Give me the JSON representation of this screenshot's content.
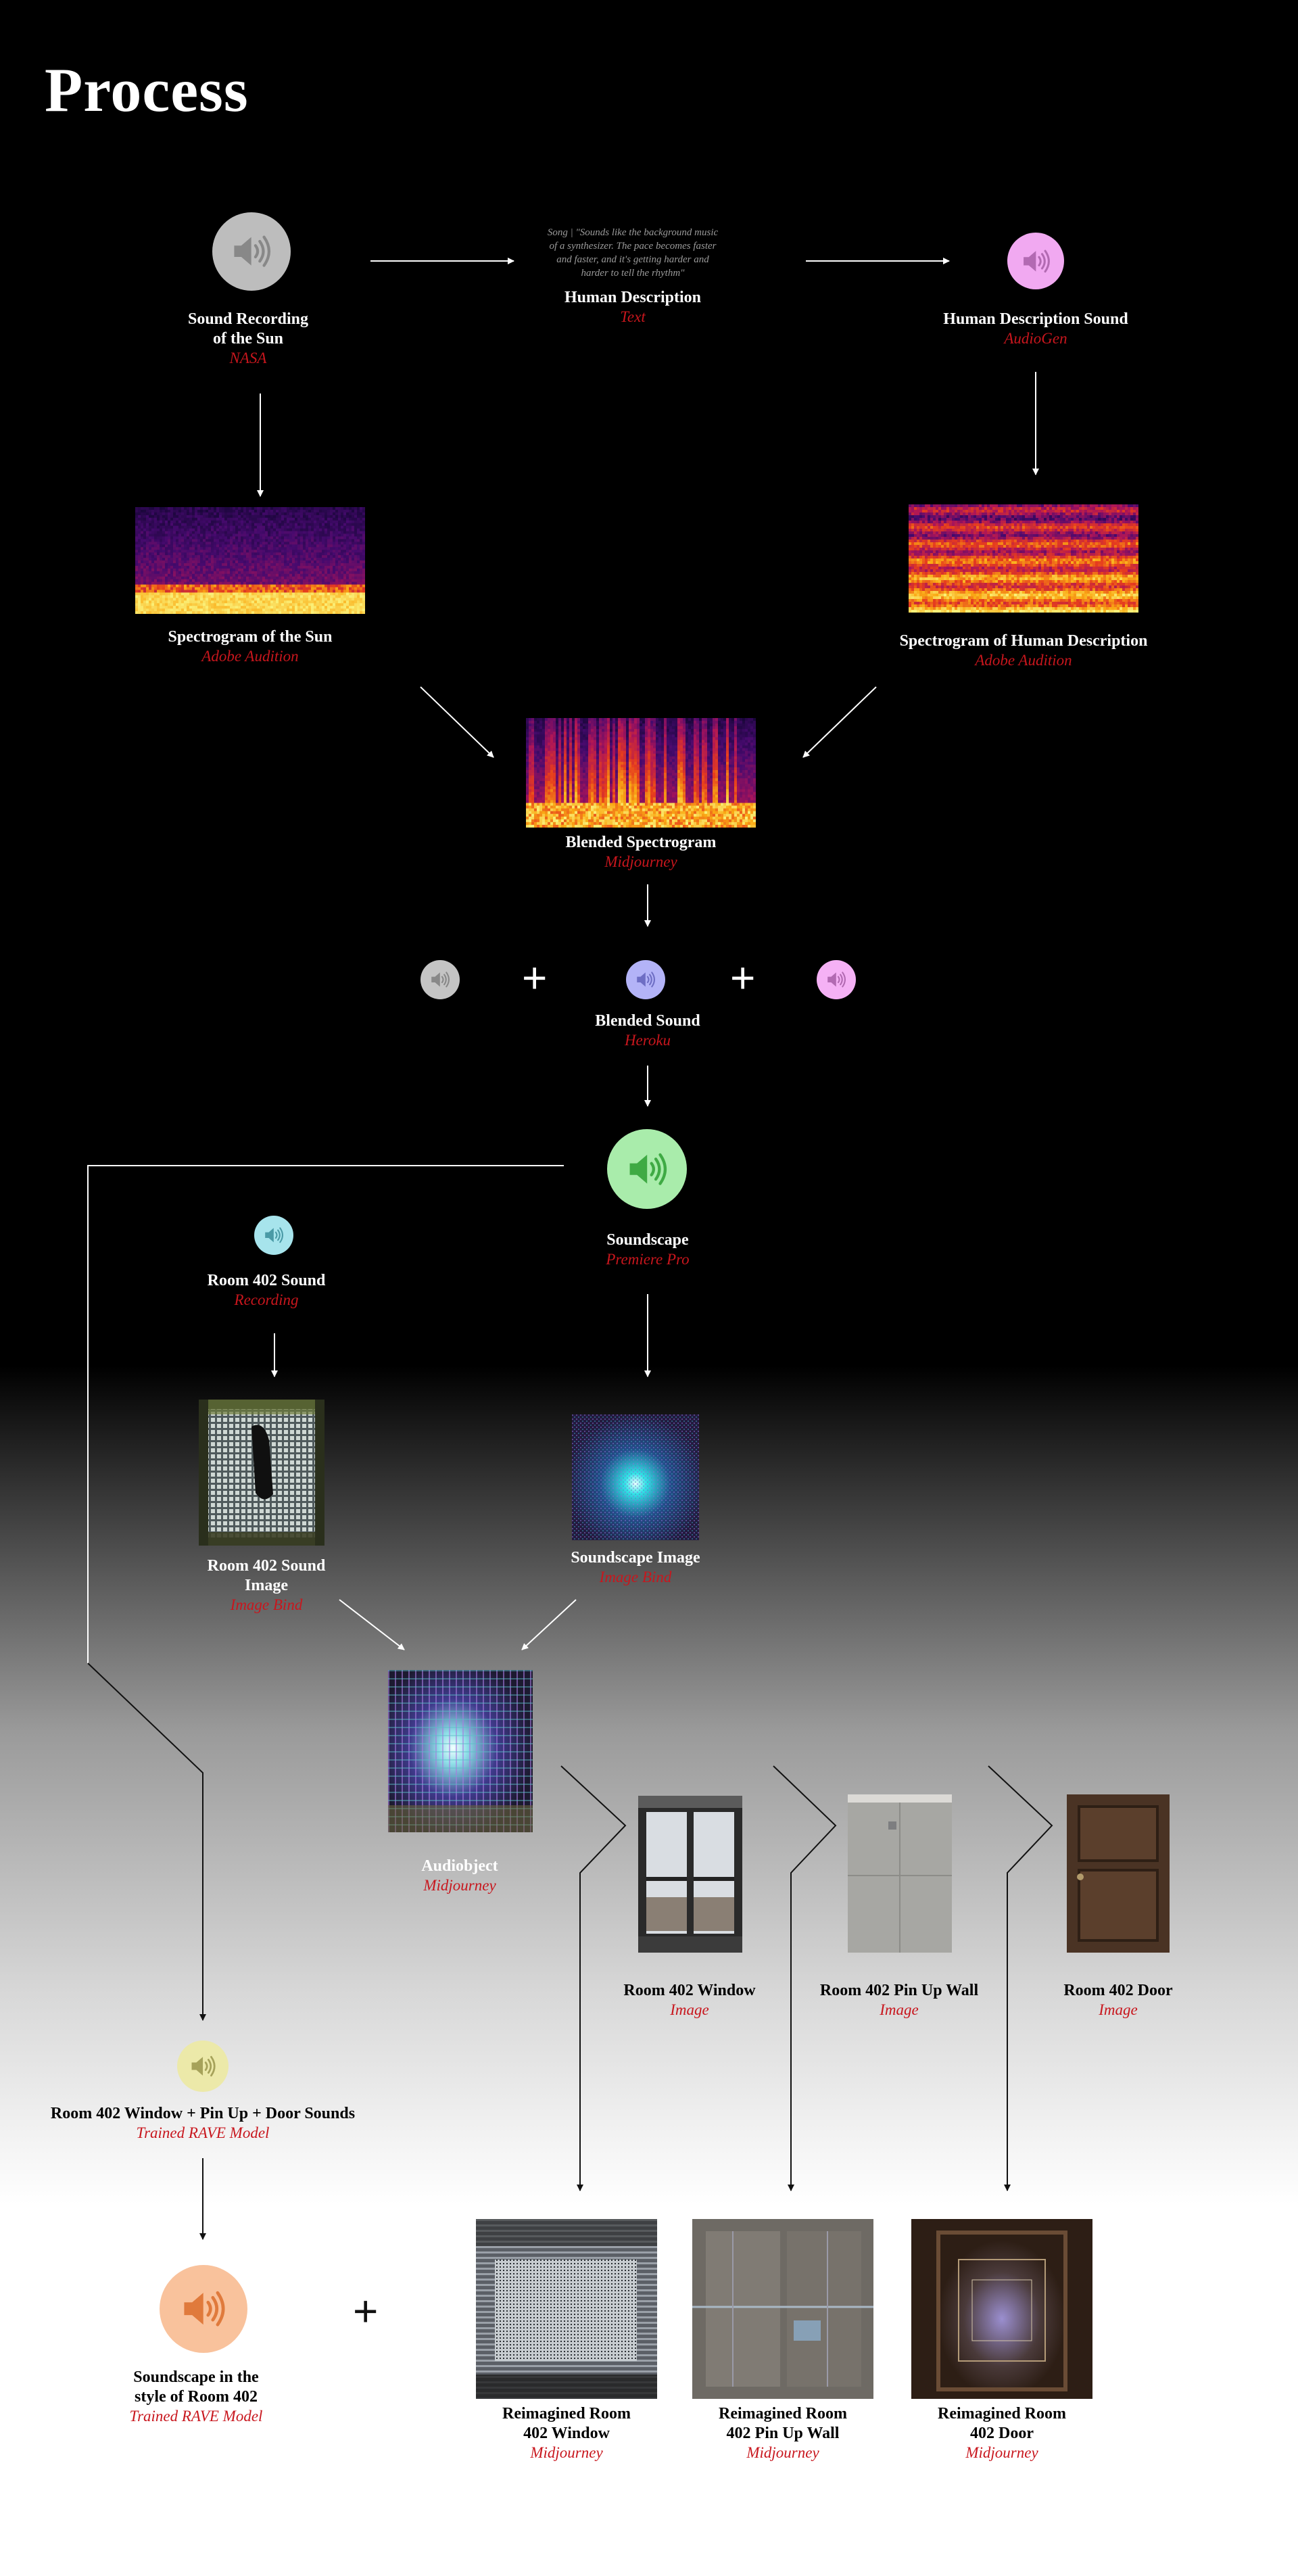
{
  "page": {
    "title": "Process"
  },
  "nodes": {
    "sun": {
      "name": "Sound Recording\nof the Sun",
      "source": "NASA"
    },
    "human_desc": {
      "quote": "Song | \"Sounds like the background music of a synthesizer. The pace becomes faster and faster, and it's getting harder and harder to tell the rhythm\"",
      "name": "Human Description",
      "source": "Text"
    },
    "human_sound": {
      "name": "Human Description Sound",
      "source": "AudioGen"
    },
    "spec_sun": {
      "name": "Spectrogram of the Sun",
      "source": "Adobe Audition"
    },
    "spec_human": {
      "name": "Spectrogram of Human Description",
      "source": "Adobe Audition"
    },
    "blended_spec": {
      "name": "Blended Spectrogram",
      "source": "Midjourney"
    },
    "blended_sound": {
      "name": "Blended Sound",
      "source": "Heroku"
    },
    "soundscape": {
      "name": "Soundscape",
      "source": "Premiere Pro"
    },
    "room_sound": {
      "name": "Room 402 Sound",
      "source": "Recording"
    },
    "room_sound_image": {
      "name": "Room 402 Sound\nImage",
      "source": "Image Bind"
    },
    "soundscape_image": {
      "name": "Soundscape Image",
      "source": "Image Bind"
    },
    "audiobject": {
      "name": "Audiobject",
      "source": "Midjourney"
    },
    "window": {
      "name": "Room 402 Window",
      "source": "Image"
    },
    "pinup": {
      "name": "Room 402 Pin Up Wall",
      "source": "Image"
    },
    "door": {
      "name": "Room 402 Door",
      "source": "Image"
    },
    "rave_sounds": {
      "name": "Room 402 Window + Pin Up + Door Sounds",
      "source": "Trained RAVE Model"
    },
    "final_soundscape": {
      "name": "Soundscape in the\nstyle of Room 402",
      "source": "Trained RAVE Model"
    },
    "re_window": {
      "name": "Reimagined Room\n402 Window",
      "source": "Midjourney"
    },
    "re_pinup": {
      "name": "Reimagined Room\n402 Pin Up Wall",
      "source": "Midjourney"
    },
    "re_door": {
      "name": "Reimagined Room\n402 Door",
      "source": "Midjourney"
    }
  },
  "symbols": {
    "plus": "+"
  },
  "icons": {
    "speaker": "speaker-icon",
    "colors": {
      "sun": "#bdbdbd",
      "human": "#f1a9f1",
      "blend_grey": "#c4c4c4",
      "blend_violet": "#b3b3f7",
      "blend_pink": "#f5b1f5",
      "soundscape": "#a9ecab",
      "room": "#a7e4ec",
      "rave": "#ece9a9",
      "final": "#f9c29c"
    }
  },
  "colors": {
    "accent": "#c8161d",
    "line": "#ffffff"
  }
}
